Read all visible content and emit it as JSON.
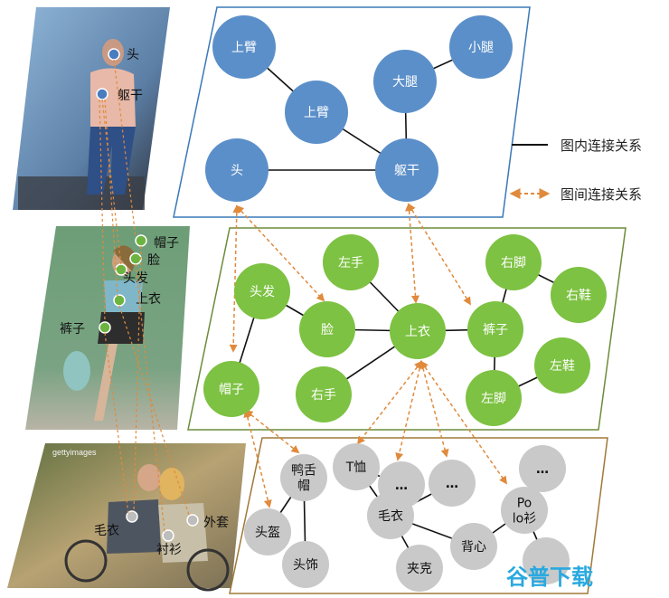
{
  "legend": {
    "intra": "图内连接关系",
    "inter": "图间连接关系"
  },
  "colors": {
    "blue": "#5b8fc9",
    "green": "#7dc242",
    "gray": "#c9c9c9",
    "inter_link": "#e08a3c",
    "blue_border": "#3a78b8",
    "green_border": "#6b8c3a",
    "gray_border": "#a07838"
  },
  "photos": {
    "top": {
      "labels": [
        "头",
        "躯干"
      ]
    },
    "middle": {
      "labels": [
        "帽子",
        "脸",
        "头发",
        "上衣",
        "裤子"
      ]
    },
    "bottom": {
      "labels": [
        "毛衣",
        "衬衫",
        "外套"
      ],
      "watermark": "gettyimages"
    }
  },
  "graphs": {
    "person": {
      "nodes": [
        "上臂",
        "上臂",
        "大腿",
        "小腿",
        "头",
        "躯干"
      ],
      "edges": [
        [
          0,
          1
        ],
        [
          1,
          5
        ],
        [
          2,
          3
        ],
        [
          2,
          5
        ],
        [
          4,
          5
        ]
      ]
    },
    "parts": {
      "nodes": [
        "左手",
        "右脚",
        "头发",
        "右鞋",
        "脸",
        "上衣",
        "裤子",
        "左鞋",
        "帽子",
        "右手",
        "左脚"
      ],
      "edges": [
        [
          0,
          5
        ],
        [
          2,
          4
        ],
        [
          2,
          8
        ],
        [
          4,
          5
        ],
        [
          5,
          6
        ],
        [
          5,
          9
        ],
        [
          6,
          1
        ],
        [
          6,
          10
        ],
        [
          1,
          3
        ],
        [
          10,
          7
        ]
      ]
    },
    "clothes": {
      "nodes": [
        "鸭舌帽",
        "T恤",
        "…",
        "…",
        "…",
        "Polo衫",
        "毛衣",
        "头盔",
        "背心",
        "头饰",
        "夹克",
        ""
      ],
      "edges": [
        [
          0,
          7
        ],
        [
          0,
          9
        ],
        [
          1,
          2
        ],
        [
          1,
          6
        ],
        [
          3,
          6
        ],
        [
          6,
          8
        ],
        [
          6,
          10
        ],
        [
          8,
          5
        ],
        [
          5,
          11
        ],
        [
          4,
          5
        ]
      ]
    }
  },
  "brand": "谷普下载"
}
